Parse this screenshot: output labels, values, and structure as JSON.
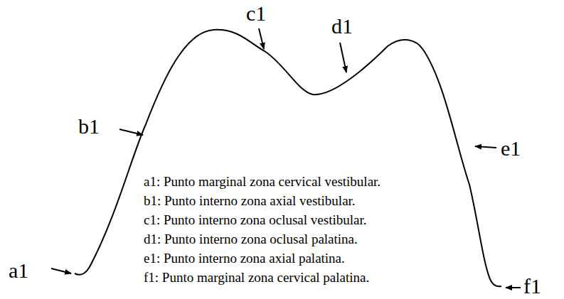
{
  "diagram": {
    "labels": [
      "c1",
      "d1",
      "b1",
      "e1",
      "a1",
      "f1",
      "a1: Punto marginal zona cervical vestibular.",
      "b1: Punto interno zona axial vestibular.",
      "c1: Punto interno zona oclusal vestibular.",
      "d1: Punto interno zona oclusal palatina.",
      "e1: Punto interno zona axial palatina.",
      "f1: Punto marginal zona cervical palatina."
    ]
  }
}
